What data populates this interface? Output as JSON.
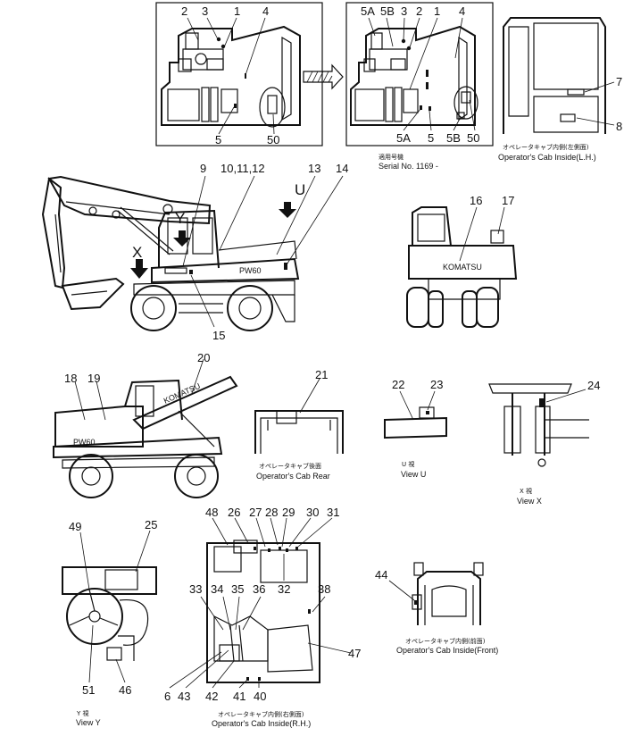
{
  "views": {
    "serial": {
      "jp": "適用号機",
      "en": "Serial No. 1169 -"
    },
    "cab_inside_lh": {
      "jp": "オペレータキャブ内側(左側面)",
      "en": "Operator's Cab Inside(L.H.)"
    },
    "cab_rear": {
      "jp": "オペレータキャブ後面",
      "en": "Operator's Cab Rear"
    },
    "view_u": {
      "jp": "U 視",
      "en": "View U"
    },
    "view_x": {
      "jp": "X 視",
      "en": "View X"
    },
    "view_y": {
      "jp": "Y 視",
      "en": "View Y"
    },
    "cab_inside_rh": {
      "jp": "オペレータキャブ内側(右側面)",
      "en": "Operator's Cab Inside(R.H.)"
    },
    "cab_inside_front": {
      "jp": "オペレータキャブ内側(前面)",
      "en": "Operator's Cab Inside(Front)"
    }
  },
  "view_markers": {
    "y": "Y",
    "u": "U",
    "x": "X"
  },
  "machine_text": {
    "model_side": "PW60",
    "model_rear": "KOMATSU",
    "boom": "KOMATSU",
    "model_left": "PW60"
  },
  "callouts": {
    "c2a": "2",
    "c3a": "3",
    "c1a": "1",
    "c4a": "4",
    "c5a": "5",
    "c50a": "50",
    "c5Ab": "5A",
    "c5Bb": "5B",
    "c3b": "3",
    "c2b": "2",
    "c1b": "1",
    "c4b": "4",
    "c5Ab2": "5A",
    "c5b2": "5",
    "c5Bb2": "5B",
    "c50b": "50",
    "c7": "7",
    "c8": "8",
    "c9": "9",
    "c10": "10,11,12",
    "c13": "13",
    "c14": "14",
    "c15": "15",
    "c16": "16",
    "c17": "17",
    "c18": "18",
    "c19": "19",
    "c20": "20",
    "c21": "21",
    "c22": "22",
    "c23": "23",
    "c24": "24",
    "c49": "49",
    "c25": "25",
    "c51": "51",
    "c46": "46",
    "c48": "48",
    "c26": "26",
    "c27": "27",
    "c28": "28",
    "c29": "29",
    "c30": "30",
    "c31": "31",
    "c32": "32",
    "c33": "33",
    "c34": "34",
    "c35": "35",
    "c36": "36",
    "c38": "38",
    "c47": "47",
    "c6": "6",
    "c43": "43",
    "c42": "42",
    "c41": "41",
    "c40": "40",
    "c44": "44"
  }
}
